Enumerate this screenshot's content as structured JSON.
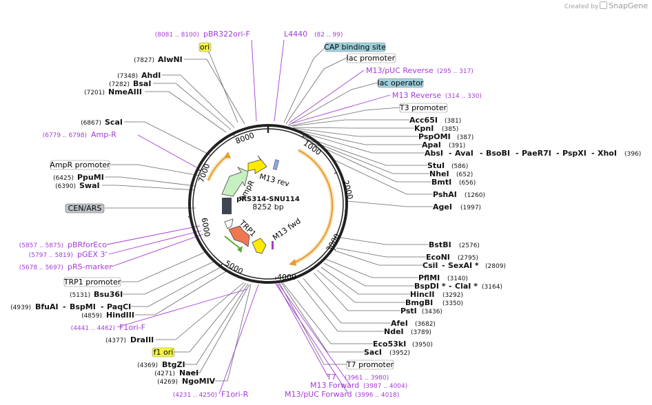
{
  "credit": {
    "prefix": "Created by",
    "brand": "SnapGene"
  },
  "plasmid": {
    "name": "pRS314-SNU114",
    "length": "8252 bp"
  },
  "ticks": [
    "1000",
    "2000",
    "3000",
    "4000",
    "5000",
    "6000",
    "7000",
    "8000"
  ],
  "inner_labels": {
    "ampr": "AmpR",
    "m13rev": "M13 rev",
    "m13fwd": "M13 fwd",
    "trp1": "TRP1"
  },
  "sites": [
    {
      "id": "alwni",
      "name": "AlwNI",
      "pos": "(7827)"
    },
    {
      "id": "ahdi",
      "name": "AhdI",
      "pos": "(7348)"
    },
    {
      "id": "bsai",
      "name": "BsaI",
      "pos": "(7282)"
    },
    {
      "id": "nmeaiii",
      "name": "NmeAIII",
      "pos": "(7201)"
    },
    {
      "id": "scai",
      "name": "ScaI",
      "pos": "(6867)"
    },
    {
      "id": "ppumi",
      "name": "PpuMI",
      "pos": "(6425)"
    },
    {
      "id": "swai",
      "name": "SwaI",
      "pos": "(6390)"
    },
    {
      "id": "bsu36i",
      "name": "Bsu36I",
      "pos": "(5131)"
    },
    {
      "id": "bfuai",
      "name": "BfuAI",
      "pos": "(4939)"
    },
    {
      "id": "bspmi",
      "name": "BspMI",
      "pos": ""
    },
    {
      "id": "paqci",
      "name": "PaqCI",
      "pos": ""
    },
    {
      "id": "hindiii",
      "name": "HindIII",
      "pos": "(4859)"
    },
    {
      "id": "drai",
      "name": "DraIII",
      "pos": "(4377)"
    },
    {
      "id": "btgzi",
      "name": "BtgZI",
      "pos": "(4369)"
    },
    {
      "id": "naei",
      "name": "NaeI",
      "pos": "(4271)"
    },
    {
      "id": "ngomiv",
      "name": "NgoMIV",
      "pos": "(4269)"
    },
    {
      "id": "acc65i",
      "name": "Acc65I",
      "pos": "(381)"
    },
    {
      "id": "kpni",
      "name": "KpnI",
      "pos": "(385)"
    },
    {
      "id": "psptomi",
      "name": "PspOMI",
      "pos": "(387)"
    },
    {
      "id": "apai",
      "name": "ApaI",
      "pos": "(391)"
    },
    {
      "id": "absi",
      "name": "AbsI",
      "pos": ""
    },
    {
      "id": "avai",
      "name": "AvaI",
      "pos": ""
    },
    {
      "id": "bsobi",
      "name": "BsoBI",
      "pos": ""
    },
    {
      "id": "paer7i",
      "name": "PaeR7I",
      "pos": ""
    },
    {
      "id": "pspxi",
      "name": "PspXI",
      "pos": ""
    },
    {
      "id": "xhoi",
      "name": "XhoI",
      "pos": "(396)"
    },
    {
      "id": "stui",
      "name": "StuI",
      "pos": "(586)"
    },
    {
      "id": "nhei",
      "name": "NheI",
      "pos": "(652)"
    },
    {
      "id": "bmti",
      "name": "BmtI",
      "pos": "(656)"
    },
    {
      "id": "pshai",
      "name": "PshAI",
      "pos": "(1260)"
    },
    {
      "id": "agei",
      "name": "AgeI",
      "pos": "(1997)"
    },
    {
      "id": "bstbi",
      "name": "BstBI",
      "pos": "(2576)"
    },
    {
      "id": "econi",
      "name": "EcoNI",
      "pos": "(2795)"
    },
    {
      "id": "csii",
      "name": "CsiI",
      "pos": ""
    },
    {
      "id": "sexai",
      "name": "SexAI *",
      "pos": "(2809)"
    },
    {
      "id": "pflmi",
      "name": "PflMI",
      "pos": "(3140)"
    },
    {
      "id": "bspdi",
      "name": "BspDI *",
      "pos": ""
    },
    {
      "id": "clai",
      "name": "ClaI *",
      "pos": "(3164)"
    },
    {
      "id": "hincii",
      "name": "HincII",
      "pos": "(3292)"
    },
    {
      "id": "bmgbi",
      "name": "BmgBI",
      "pos": "(3350)"
    },
    {
      "id": "psti",
      "name": "PstI",
      "pos": "(3436)"
    },
    {
      "id": "afei",
      "name": "AfeI",
      "pos": "(3682)"
    },
    {
      "id": "ndei",
      "name": "NdeI",
      "pos": "(3789)"
    },
    {
      "id": "eco53ki",
      "name": "Eco53kI",
      "pos": "(3950)"
    },
    {
      "id": "saci",
      "name": "SacI",
      "pos": "(3952)"
    }
  ],
  "primers": [
    {
      "id": "pbr322ori",
      "name": "pBR322ori-F",
      "pos": "(8081 .. 8100)"
    },
    {
      "id": "l4440",
      "name": "L4440",
      "pos": "(82 .. 99)"
    },
    {
      "id": "m13puc_rev",
      "name": "M13/pUC Reverse",
      "pos": "(295 .. 317)"
    },
    {
      "id": "m13_rev",
      "name": "M13 Reverse",
      "pos": "(314 .. 330)"
    },
    {
      "id": "ampr_p",
      "name": "Amp-R",
      "pos": "(6779 .. 6798)"
    },
    {
      "id": "pbrforeco",
      "name": "pBRforEco",
      "pos": "(5857 .. 5875)"
    },
    {
      "id": "pgex3",
      "name": "pGEX 3'",
      "pos": "(5797 .. 5819)"
    },
    {
      "id": "prsmarker",
      "name": "pRS-marker",
      "pos": "(5678 .. 5697)"
    },
    {
      "id": "f1orif",
      "name": "F1ori-F",
      "pos": "(4441 .. 4462)"
    },
    {
      "id": "f1orir",
      "name": "F1ori-R",
      "pos": "(4231 .. 4250)"
    },
    {
      "id": "t7",
      "name": "T7",
      "pos": "(3961 .. 3980)"
    },
    {
      "id": "m13fwd",
      "name": "M13 Forward",
      "pos": "(3987 .. 4004)"
    },
    {
      "id": "m13pucfwd",
      "name": "M13/pUC Forward",
      "pos": "(3996 .. 4018)"
    }
  ],
  "features": [
    {
      "id": "ori",
      "name": "ori",
      "color": "#f5f542"
    },
    {
      "id": "cap",
      "name": "CAP binding site",
      "color": "#9fd0dc"
    },
    {
      "id": "lacp",
      "name": "lac promoter",
      "color": "#ffffff"
    },
    {
      "id": "laco",
      "name": "lac operator",
      "color": "#9fd0dc"
    },
    {
      "id": "t3p",
      "name": "T3 promoter",
      "color": "#ffffff"
    },
    {
      "id": "amprp",
      "name": "AmpR promoter",
      "color": "#ffffff"
    },
    {
      "id": "cenars",
      "name": "CEN/ARS",
      "color": "#c0c4c8"
    },
    {
      "id": "trp1p",
      "name": "TRP1 promoter",
      "color": "#ffffff"
    },
    {
      "id": "f1ori",
      "name": "f1 ori",
      "color": "#f5f542"
    },
    {
      "id": "t7p",
      "name": "T7 promoter",
      "color": "#ffffff"
    }
  ],
  "colors": {
    "primer": "#a43ad6",
    "orange": "#f0a040",
    "backbone": "#222222"
  }
}
